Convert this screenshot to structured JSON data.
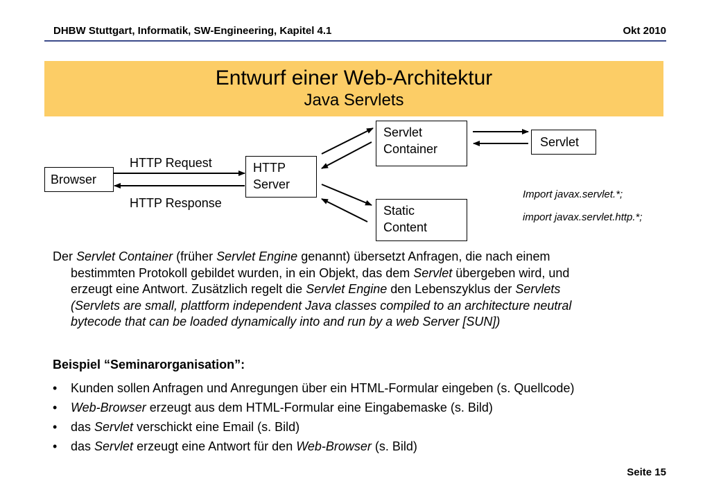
{
  "header": {
    "left": "DHBW Stuttgart, Informatik, SW-Engineering, Kapitel 4.1",
    "right": "Okt 2010"
  },
  "title": {
    "main": "Entwurf einer Web-Architektur",
    "sub": "Java Servlets"
  },
  "colors": {
    "title_band": "#fccd66",
    "header_rule": "#3b4a8a"
  },
  "diagram": {
    "browser": "Browser",
    "http_server": [
      "HTTP",
      "Server"
    ],
    "servlet_container": [
      "Servlet",
      "Container"
    ],
    "servlet": "Servlet",
    "static_content": [
      "Static",
      "Content"
    ],
    "http_request": "HTTP Request",
    "http_response": "HTTP Response",
    "imports": [
      "Import javax.servlet.*;",
      "import javax.servlet.http.*;"
    ]
  },
  "paragraph": {
    "l1": [
      "Der ",
      "Servlet Container",
      " (früher ",
      "Servlet Engine",
      " genannt) übersetzt Anfragen, die nach einem"
    ],
    "l2": [
      "bestimmten Protokoll gebildet wurden, in  ein Objekt, das dem ",
      "Servlet",
      " übergeben wird, und"
    ],
    "l3": [
      "erzeugt eine Antwort. Zusätzlich regelt die ",
      "Servlet Engine",
      " den Lebenszyklus der ",
      "Servlets"
    ],
    "l4": "(Servlets are small, plattform independent Java classes compiled to an architecture neutral",
    "l5": "bytecode that can be loaded dynamically into and run by a web Server [SUN])"
  },
  "example": {
    "heading": "Beispiel “Seminarorganisation”:",
    "bullet_char": "•",
    "b1": "Kunden sollen Anfragen und Anregungen über ein HTML-Formular eingeben (s. Quellcode)",
    "b2": [
      "Web-Browser",
      " erzeugt aus dem HTML-Formular eine Eingabemaske (s. Bild)"
    ],
    "b3": [
      "das ",
      "Servlet",
      " verschickt eine Email (s. Bild)"
    ],
    "b4": [
      "das ",
      "Servlet",
      " erzeugt eine Antwort für den ",
      "Web-Browser",
      " (s. Bild)"
    ]
  },
  "footer": {
    "page": "Seite 15"
  }
}
